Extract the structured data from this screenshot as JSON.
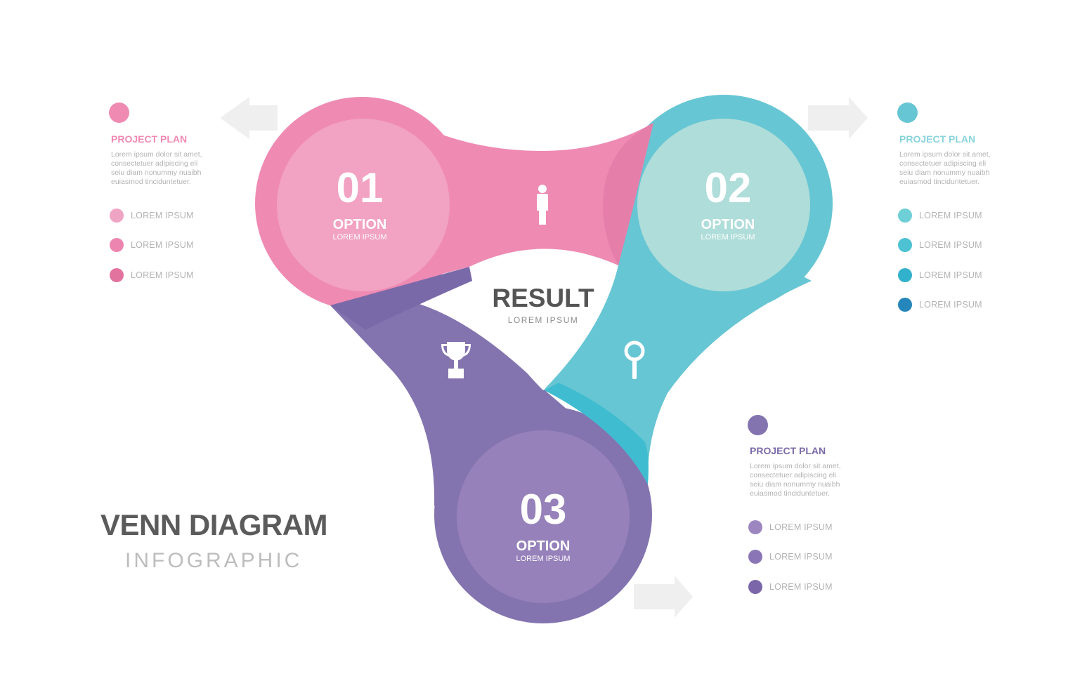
{
  "title": {
    "main": "VENN DIAGRAM",
    "sub": "INFOGRAPHIC"
  },
  "center": {
    "title": "RESULT",
    "subtitle": "LOREM IPSUM"
  },
  "options": [
    {
      "number": "01",
      "label": "OPTION",
      "sub": "LOREM IPSUM",
      "color": "#ef8ab3",
      "inner": "#f2a2c2",
      "icon": "person-icon"
    },
    {
      "number": "02",
      "label": "OPTION",
      "sub": "LOREM IPSUM",
      "color": "#67c6d4",
      "inner": "#afddd9",
      "icon": "magnifier-icon"
    },
    {
      "number": "03",
      "label": "OPTION",
      "sub": "LOREM IPSUM",
      "color": "#8374b0",
      "inner": "#9681ba",
      "icon": "trophy-icon"
    }
  ],
  "panels": [
    {
      "title": "PROJECT PLAN",
      "color": "#ef8ab3",
      "desc": [
        "Lorem ipsum dolor sit amet,",
        "consectetuer adipiscing eli",
        "seiu diam nonummy nuaibh",
        "euiasmod tinciduntetuer."
      ],
      "items": [
        {
          "label": "LOREM IPSUM",
          "color": "#f0a4c4"
        },
        {
          "label": "LOREM IPSUM",
          "color": "#ec86b0"
        },
        {
          "label": "LOREM IPSUM",
          "color": "#e2739f"
        }
      ]
    },
    {
      "title": "PROJECT PLAN",
      "color": "#67c6d4",
      "desc": [
        "Lorem ipsum dolor sit amet,",
        "consectetuer adipiscing eli",
        "seiu diam nonummy nuaibh",
        "euiasmod tinciduntetuer."
      ],
      "items": [
        {
          "label": "LOREM IPSUM",
          "color": "#6fcfd6"
        },
        {
          "label": "LOREM IPSUM",
          "color": "#4dc2d3"
        },
        {
          "label": "LOREM IPSUM",
          "color": "#32b1cc"
        },
        {
          "label": "LOREM IPSUM",
          "color": "#2586bb"
        }
      ]
    },
    {
      "title": "PROJECT PLAN",
      "color": "#8374b0",
      "desc": [
        "Lorem ipsum dolor sit amet,",
        "consectetuer adipiscing eli",
        "seiu diam nonummy nuaibh",
        "euiasmod tinciduntetuer."
      ],
      "items": [
        {
          "label": "LOREM IPSUM",
          "color": "#9c86c0"
        },
        {
          "label": "LOREM IPSUM",
          "color": "#8a76b6"
        },
        {
          "label": "LOREM IPSUM",
          "color": "#7a66a9"
        }
      ]
    }
  ]
}
